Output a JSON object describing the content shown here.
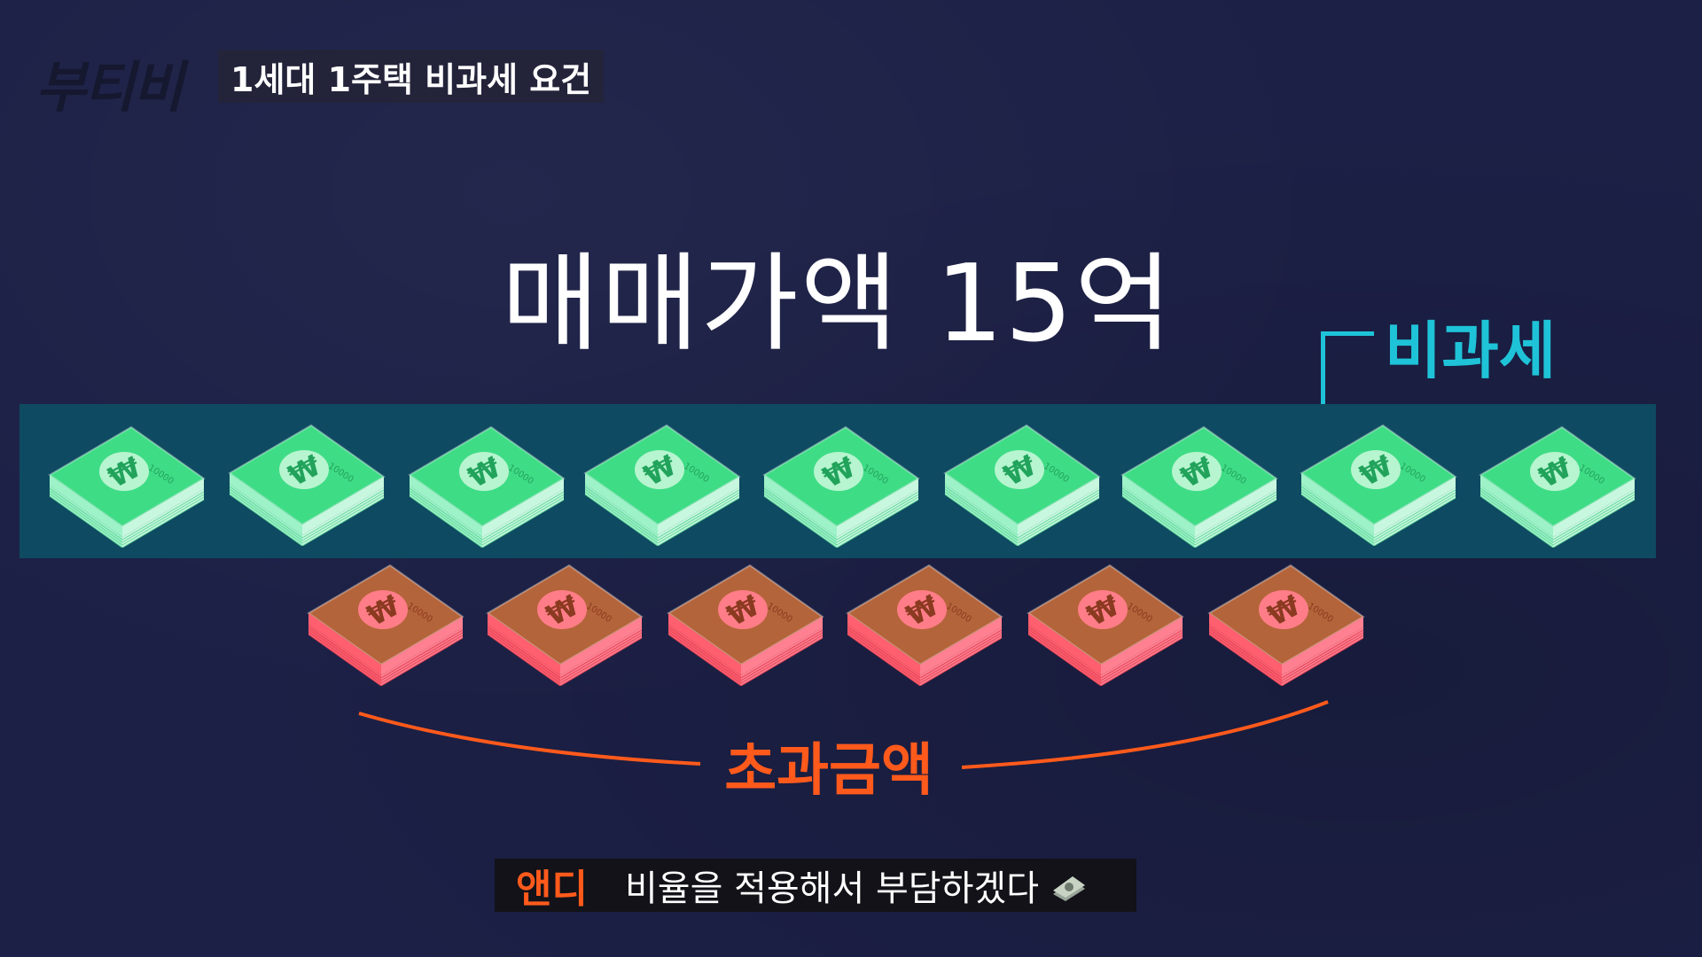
{
  "logo": "부티비",
  "topic": "1세대 1주택 비과세 요건",
  "headline": "매매가액 15억",
  "taxfree_label": "비과세",
  "excess_label": "초과금액",
  "bill_denomination": "10000",
  "currency_symbol": "₩",
  "subtitle": {
    "speaker": "앤디",
    "text": "비율을 적용해서 부담하겠다"
  },
  "icons": [
    "money-bill-icon",
    "money-emoji-icon"
  ],
  "colors": {
    "background": "#1c2046",
    "taxfree_band": "#0e4a61",
    "taxfree_accent": "#1fc3d8",
    "excess_accent": "#ff5a1c",
    "green_bill": "#3fdc86",
    "red_bill": "#ff5f6e"
  },
  "money": {
    "taxfree_stacks": 9,
    "excess_stacks": 6
  }
}
